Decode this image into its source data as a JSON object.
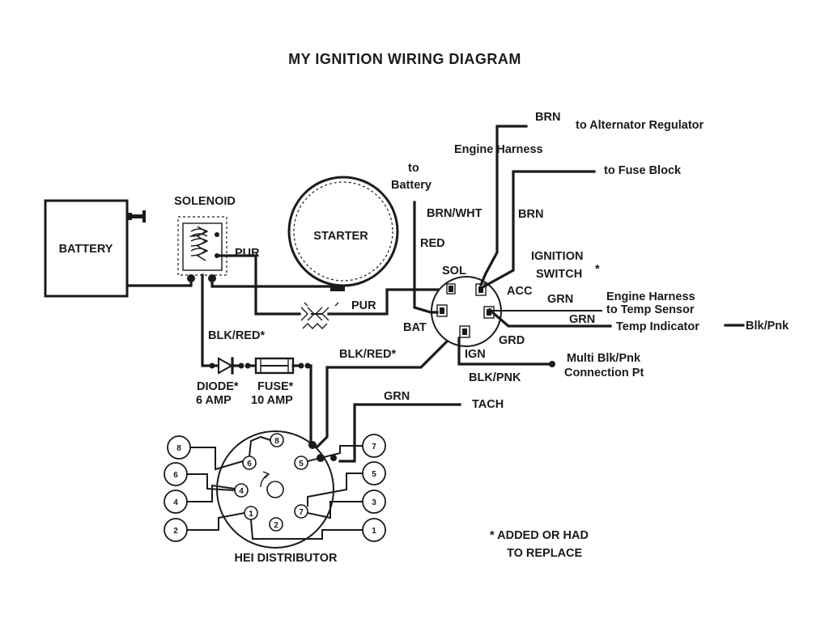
{
  "title": "MY IGNITION WIRING DIAGRAM",
  "components": {
    "battery": "BATTERY",
    "solenoid": "SOLENOID",
    "starter": "STARTER",
    "ignition_switch_line1": "IGNITION",
    "ignition_switch_line2": "SWITCH",
    "ignition_switch_mark": "*",
    "distributor": "HEI DISTRIBUTOR",
    "diode_line1": "DIODE*",
    "diode_line2": "6 AMP",
    "fuse_line1": "FUSE*",
    "fuse_line2": "10 AMP"
  },
  "wires": {
    "pur_solenoid": "PUR",
    "pur_switch": "PUR",
    "blk_red_solenoid": "BLK/RED*",
    "blk_red_switch": "BLK/RED*",
    "blk_pnk": "BLK/PNK",
    "grn_tach": "GRN",
    "grn_temp1": "GRN",
    "grn_temp2": "GRN",
    "brn_top": "BRN",
    "brn_fuse": "BRN",
    "brn_wht": "BRN/WHT",
    "red": "RED"
  },
  "terminals": {
    "sol": "SOL",
    "acc": "ACC",
    "bat": "BAT",
    "ign": "IGN",
    "grd": "GRD"
  },
  "connections": {
    "alternator": "to Alternator Regulator",
    "engine_harness": "Engine Harness",
    "fuse_block": "to Fuse Block",
    "to_battery_line1": "to",
    "to_battery_line2": "Battery",
    "temp_sensor_line1": "Engine Harness",
    "temp_sensor_line2": "to Temp Sensor",
    "temp_indicator": "Temp Indicator",
    "blk_pnk_end": "Blk/Pnk",
    "multi_line1": "Multi Blk/Pnk",
    "multi_line2": "Connection Pt",
    "tach": "TACH"
  },
  "distributor_pins": {
    "outer_left": [
      "8",
      "6",
      "4",
      "2"
    ],
    "outer_right": [
      "7",
      "5",
      "3",
      "1"
    ],
    "inner": [
      "8",
      "6",
      "4",
      "5",
      "1",
      "2",
      "7"
    ]
  },
  "footnote": {
    "line1": "* ADDED OR HAD",
    "line2": "TO REPLACE"
  }
}
